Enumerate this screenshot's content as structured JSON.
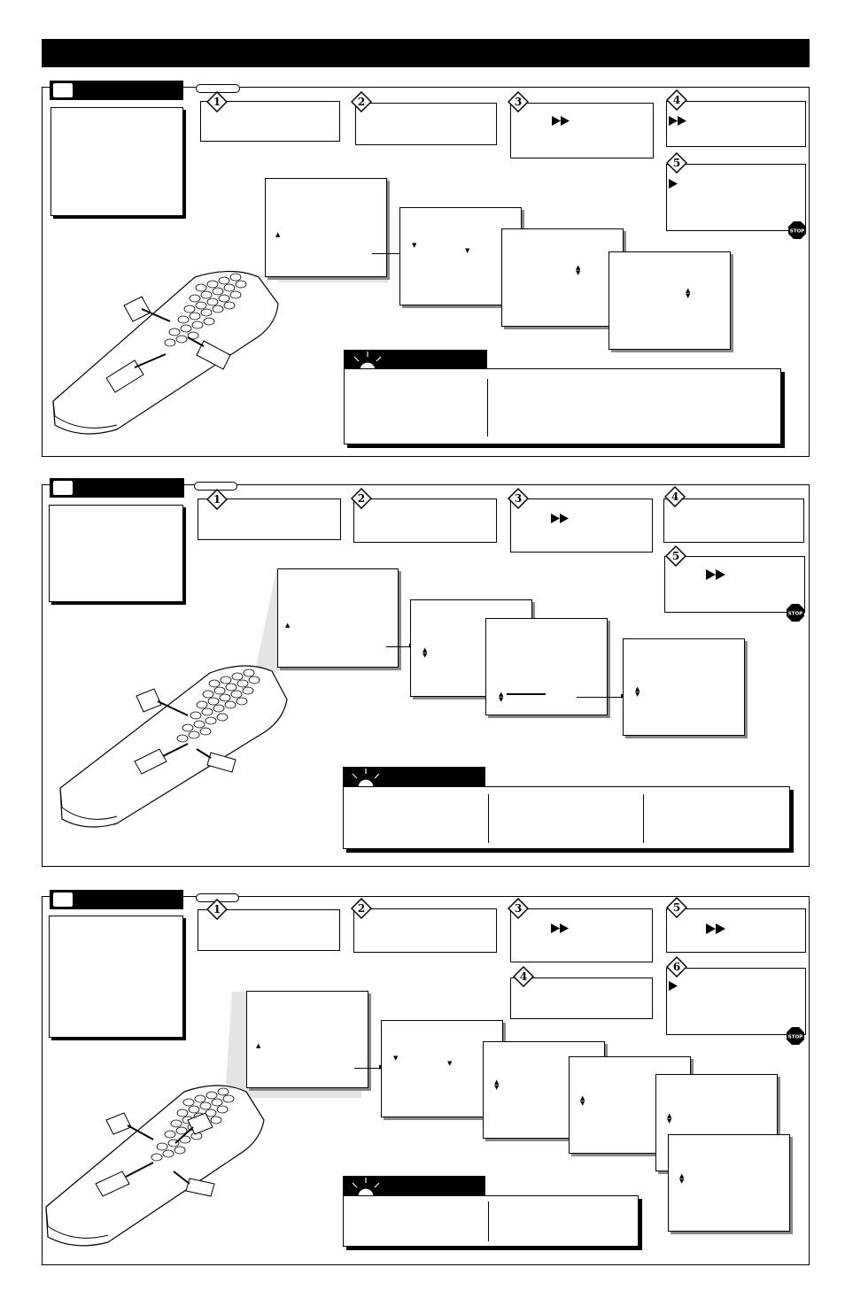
{
  "page_title": "",
  "sections": [
    {
      "id": "A",
      "steps": [
        "1",
        "2",
        "3",
        "4",
        "5"
      ],
      "stop_label": "STOP"
    },
    {
      "id": "B",
      "steps": [
        "1",
        "2",
        "3",
        "4",
        "5"
      ],
      "stop_label": "STOP"
    },
    {
      "id": "C",
      "steps": [
        "1",
        "2",
        "3",
        "4",
        "5",
        "6"
      ],
      "stop_label": "STOP"
    }
  ],
  "icons": {
    "fast_forward": "fast-forward-icon",
    "play": "play-icon",
    "stop": "stop-sign-icon",
    "lightbulb": "lightbulb-icon",
    "tv": "tv-icon",
    "remote": "remote-control-icon"
  },
  "colors": {
    "ink": "#000000",
    "paper": "#ffffff",
    "stop_sign": "#000000"
  }
}
